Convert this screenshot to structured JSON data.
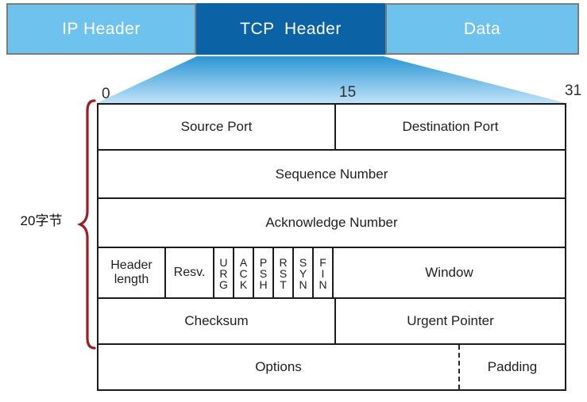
{
  "top_bar": {
    "segments": [
      {
        "id": "ip-header",
        "label": "IP Header"
      },
      {
        "id": "tcp-header",
        "label": "TCP  Header"
      },
      {
        "id": "data",
        "label": "Data"
      }
    ]
  },
  "bit_scale": {
    "start": "0",
    "middle": "15",
    "end": "31"
  },
  "annotation": {
    "label": "20字节"
  },
  "table": {
    "source_port": "Source Port",
    "destination_port": "Destination Port",
    "sequence_number": "Sequence Number",
    "acknowledge_number": "Acknowledge Number",
    "header_length": "Header\nlength",
    "resv": "Resv.",
    "flags": [
      "U\nR\nG",
      "A\nC\nK",
      "P\nS\nH",
      "R\nS\nT",
      "S\nY\nN",
      "F\nI\nN"
    ],
    "window": "Window",
    "checksum": "Checksum",
    "urgent_pointer": "Urgent Pointer",
    "options": "Options",
    "padding": "Padding"
  },
  "colors": {
    "bar_light_blue": "#6EC2EE",
    "bar_dark_blue": "#0B63A6",
    "bar_border_gray": "#7C7C7C",
    "funnel_top": "#2A96D4",
    "funnel_bottom": "#BFE2F8",
    "table_border": "#1C1C1C",
    "brace_red": "#9E1D20",
    "text_dark": "#1F1F1F"
  }
}
